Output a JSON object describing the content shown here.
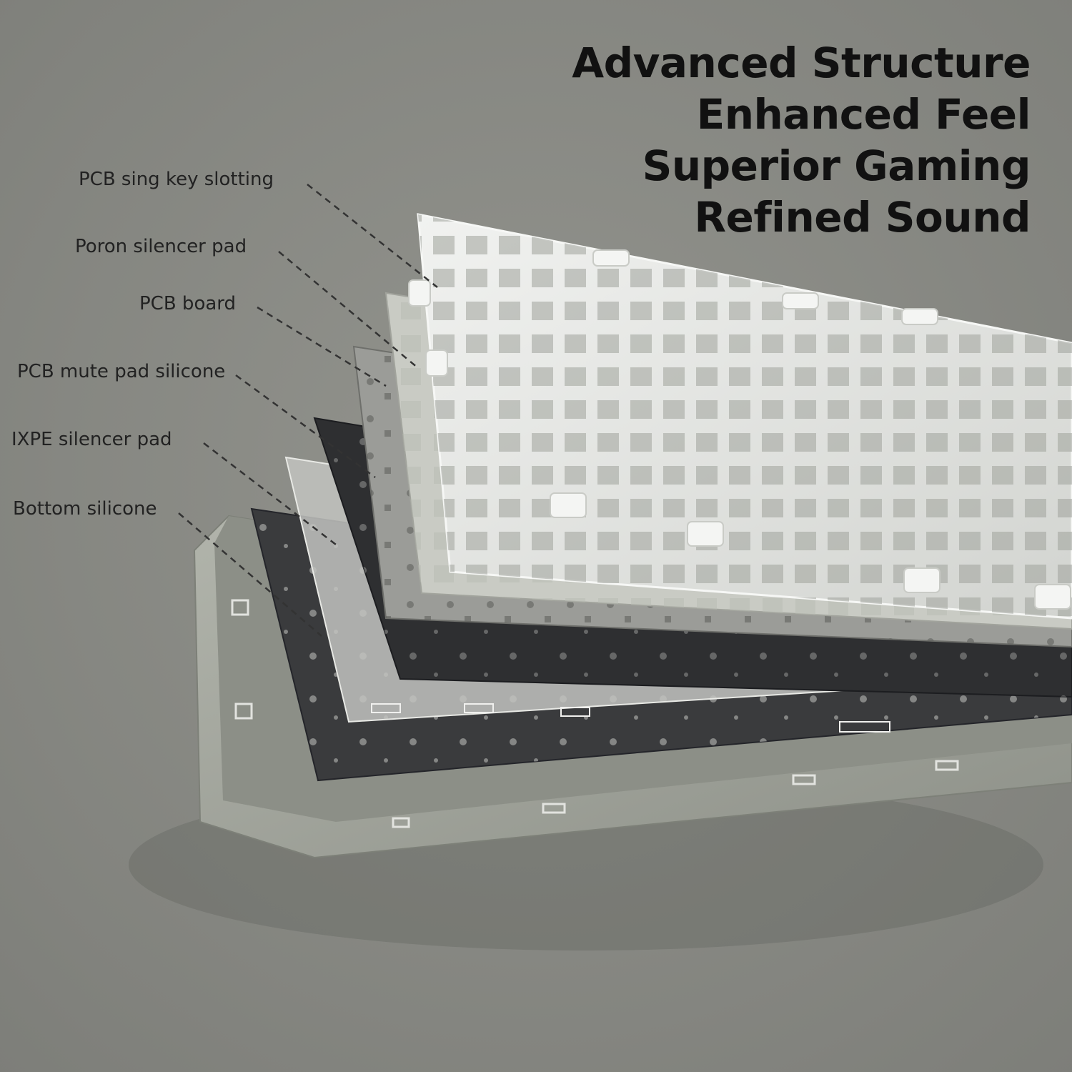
{
  "headline": {
    "line1": "Advanced Structure",
    "line2": "Enhanced Feel",
    "line3": "Superior Gaming",
    "line4": "Refined Sound"
  },
  "layers": [
    {
      "label": "PCB sing key slotting"
    },
    {
      "label": "Poron silencer pad"
    },
    {
      "label": "PCB board"
    },
    {
      "label": "PCB mute pad silicone"
    },
    {
      "label": "IXPE silencer pad"
    },
    {
      "label": "Bottom silicone"
    }
  ],
  "colors": {
    "background": "#8a8b85",
    "headline": "#111111",
    "callout_text": "#222222",
    "plate_frosted": "#e4e6e3",
    "poron_pad": "#c9cbc4",
    "pcb_board": "#9b9c98",
    "mute_pad": "#2e2f31",
    "ixpe_pad": "#c2c3bf",
    "bottom_silicone": "#3a3b3d",
    "case": "#a3a69d"
  }
}
